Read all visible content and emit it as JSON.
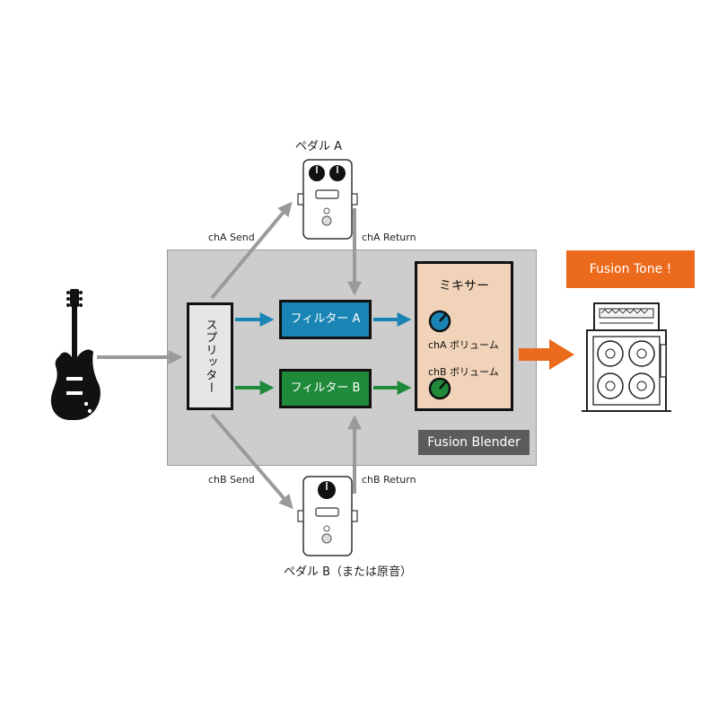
{
  "pedal_a_label": "ペダル A",
  "pedal_b_label": "ペダル B（または原音）",
  "cha_send": "chA Send",
  "cha_return": "chA Return",
  "chb_send": "chB Send",
  "chb_return": "chB Return",
  "splitter_label": "スプリッター",
  "filter_a_label": "フィルター A",
  "filter_b_label": "フィルター B",
  "mixer_title": "ミキサー",
  "cha_volume": "chA ボリューム",
  "chb_volume": "chB ボリューム",
  "blender_label": "Fusion Blender",
  "fusion_tone": "Fusion Tone !",
  "icons": [
    "guitar-icon",
    "pedal-a-icon",
    "pedal-b-icon",
    "amp-icon",
    "knob-icon"
  ],
  "colors": {
    "filter_a": "#1a84b5",
    "filter_b": "#1f8a3a",
    "knob_a": "#1a84b5",
    "knob_b": "#1f8a3a",
    "output": "#ec6a1b",
    "mixer_bg": "#f0d3b8",
    "arrow_gray": "#9a9a9a"
  }
}
